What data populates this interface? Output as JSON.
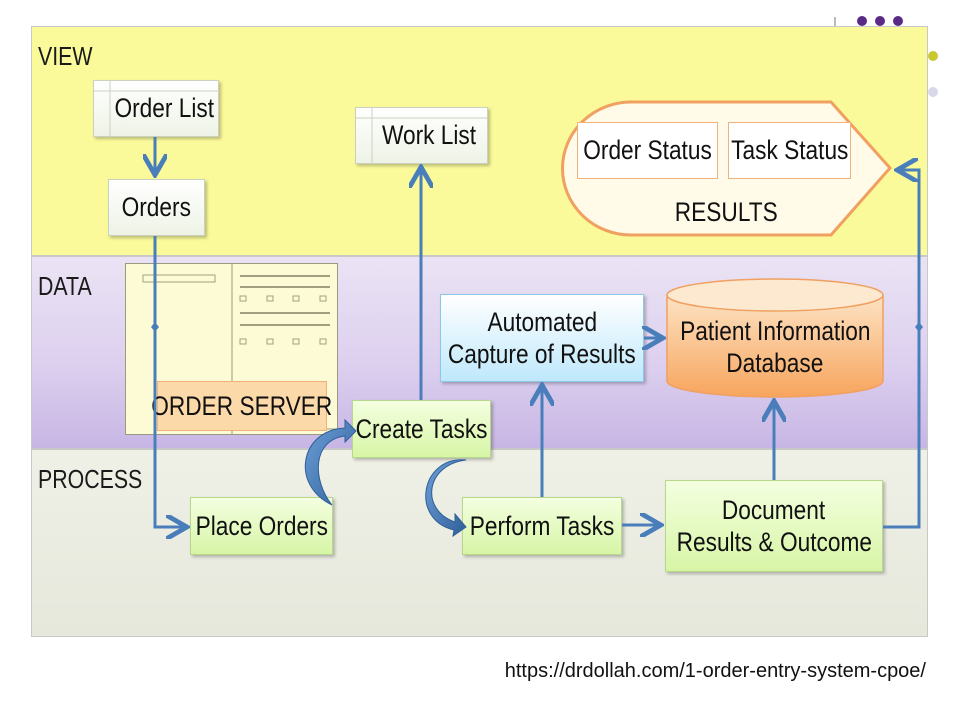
{
  "bands": {
    "view": "VIEW",
    "data": "DATA",
    "process": "PROCESS"
  },
  "boxes": {
    "order_list": "Order List",
    "orders": "Orders",
    "work_list": "Work List",
    "order_status": "Order Status",
    "task_status": "Task Status",
    "results": "RESULTS",
    "order_server": "ORDER SERVER",
    "automated_capture_line1": "Automated",
    "automated_capture_line2": "Capture of Results",
    "patient_db_line1": "Patient Information",
    "patient_db_line2": "Database",
    "create_tasks": "Create Tasks",
    "place_orders": "Place Orders",
    "perform_tasks": "Perform Tasks",
    "document_line1": "Document",
    "document_line2": "Results &  Outcome"
  },
  "source_url": "https://drdollah.com/1-order-entry-system-cpoe/",
  "colors": {
    "arrow": "#4a7ebb",
    "view_band": "#fafa9a",
    "data_band": "#ddd0ef",
    "process_band": "#e6e8dc",
    "accent_orange": "#f0a060",
    "accent_purple": "#5b2a86",
    "accent_olive": "#c8c832"
  }
}
